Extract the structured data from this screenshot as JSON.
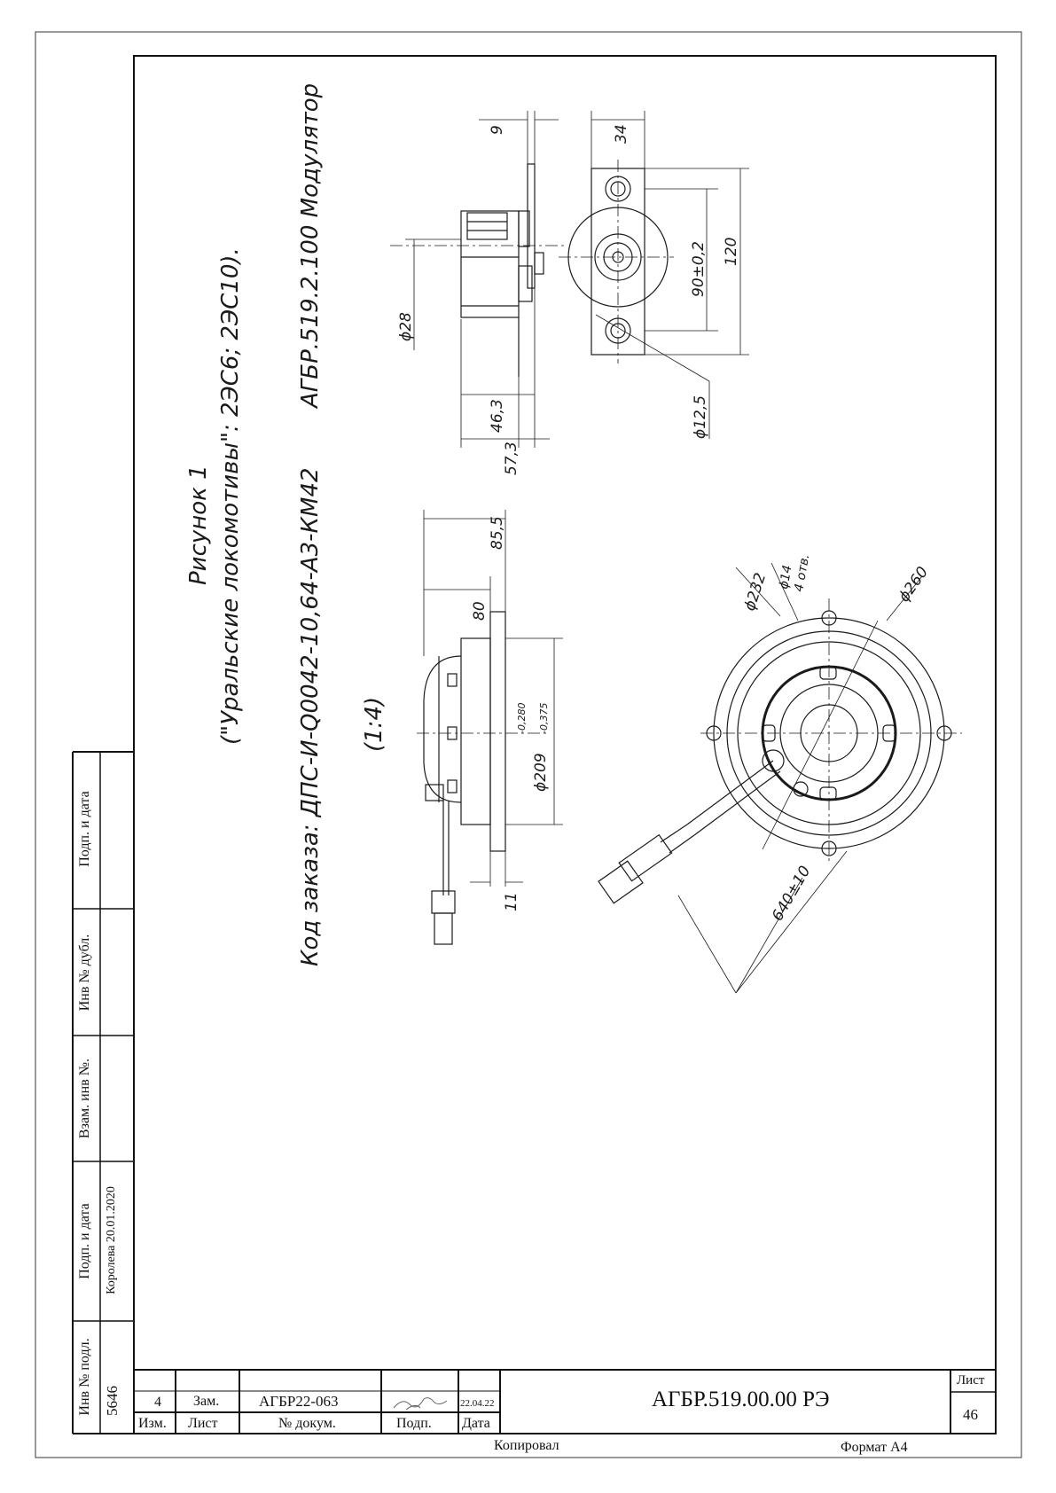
{
  "drawing": {
    "figure_title": "Рисунок 1",
    "customer": "(\"Уральские локомотивы\": 2ЭС6; 2ЭС10).",
    "order_code": "Код заказа: ДПС-И-Q0042-10,64-А3-КМ42",
    "scale": "(1:4)",
    "part_name": "АГБР.519.2.100 Модулятор"
  },
  "dimensions": {
    "d9": "9",
    "d34": "34",
    "d90": "90±0,2",
    "d120": "120",
    "d28": "ϕ28",
    "d46_3": "46,3",
    "d57_3": "57,3",
    "d12_5": "ϕ12,5",
    "d85_5": "85,5",
    "d80": "80",
    "d209": "ϕ209",
    "d209_upper": "-0,280",
    "d209_lower": "-0,375",
    "d11": "11",
    "d232": "ϕ232",
    "d14": "ϕ14",
    "holes": "4 отв.",
    "d260": "ϕ260",
    "d640": "640±10"
  },
  "left_strip": {
    "podp_data_top": "Подп. и дата",
    "inv_dubl": "Инв № дубл.",
    "vzam_inv": "Взам. инв №.",
    "podp_data_bottom": "Подп. и дата",
    "podp_value": "Королева 20.01.2020",
    "inv_podl": "Инв № подл.",
    "inv_podl_value": "5646"
  },
  "title_block": {
    "izm_value": "4",
    "list_value": "Зам.",
    "docum_value": "АГБР22-063",
    "date_value": "22.04.22",
    "h_izm": "Изм.",
    "h_list": "Лист",
    "h_docum": "№ докум.",
    "h_podp": "Подп.",
    "h_data": "Дата",
    "designation": "АГБР.519.00.00 РЭ",
    "sheet_label": "Лист",
    "sheet_number": "46"
  },
  "footer": {
    "copied": "Копировал",
    "format": "Формат А4"
  }
}
